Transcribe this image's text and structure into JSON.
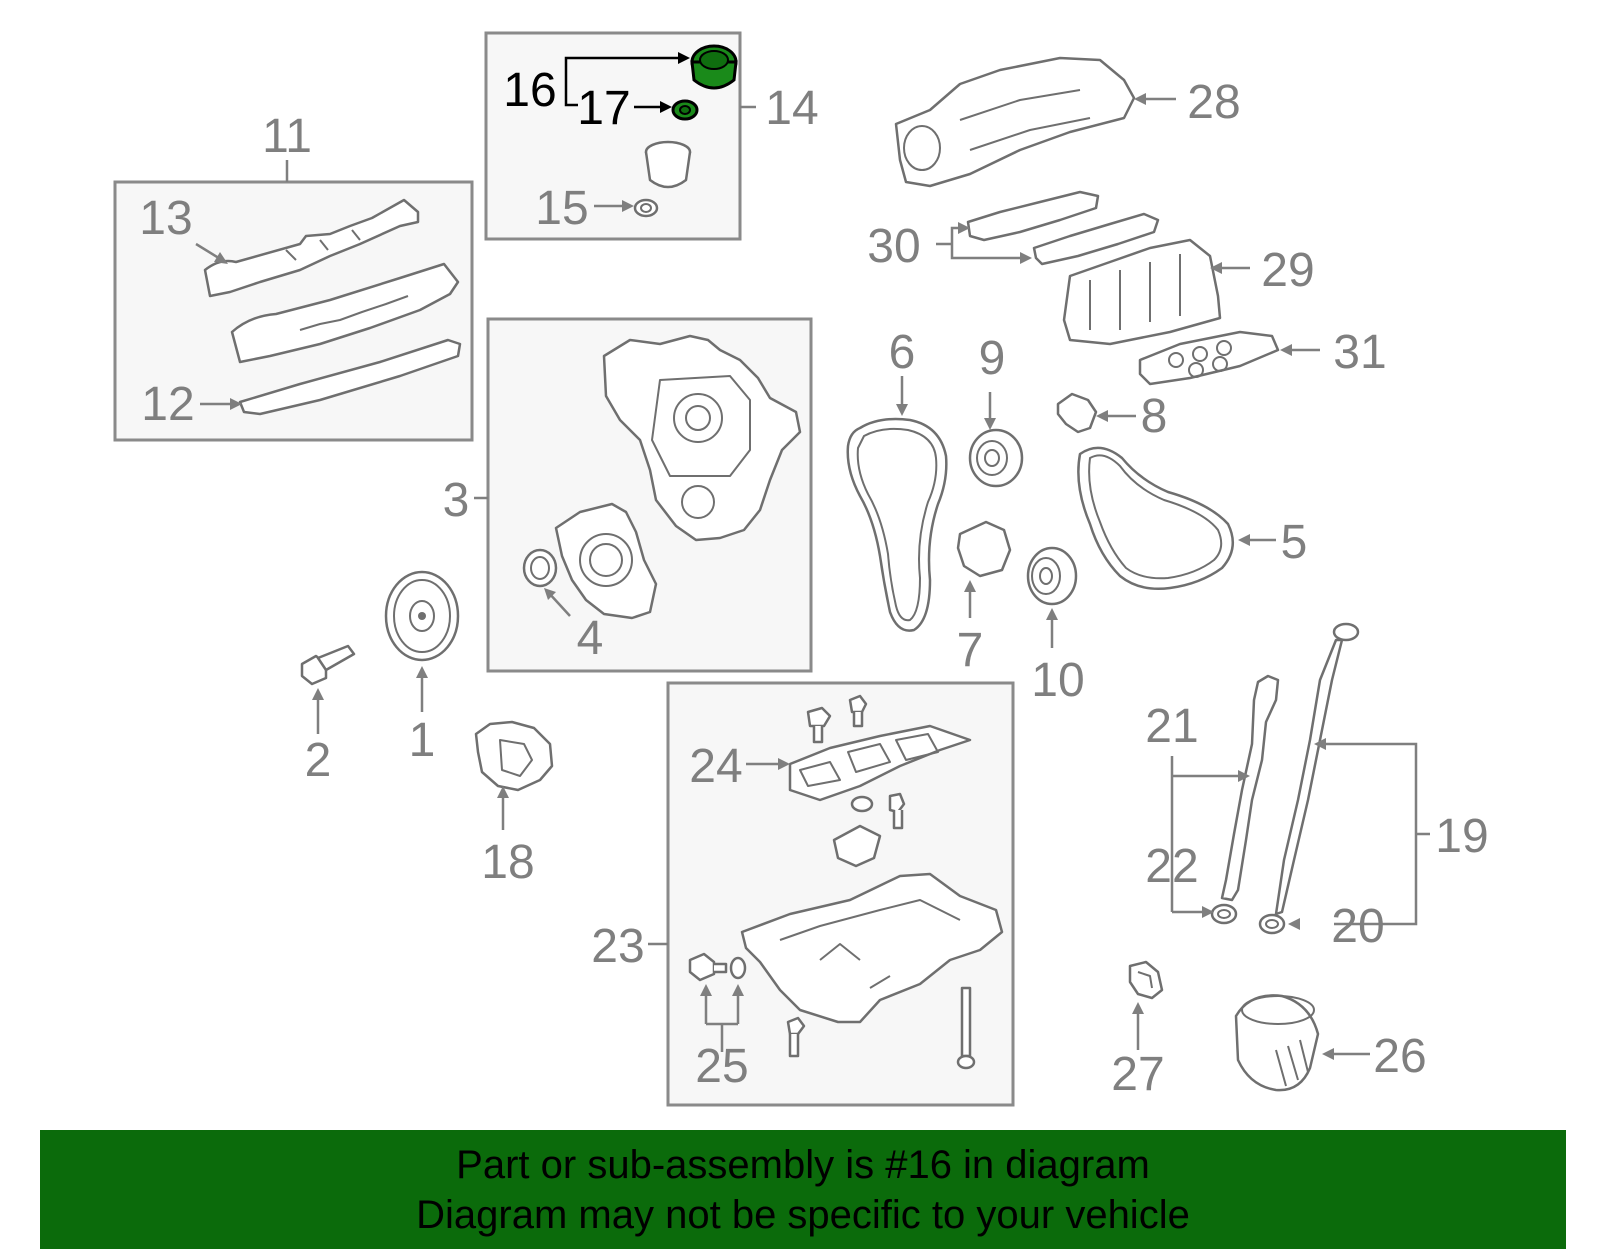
{
  "callouts": {
    "c1": "1",
    "c2": "2",
    "c3": "3",
    "c4": "4",
    "c5": "5",
    "c6": "6",
    "c7": "7",
    "c8": "8",
    "c9": "9",
    "c10": "10",
    "c11": "11",
    "c12": "12",
    "c13": "13",
    "c14": "14",
    "c15": "15",
    "c16": "16",
    "c17": "17",
    "c18": "18",
    "c19": "19",
    "c20": "20",
    "c21": "21",
    "c22": "22",
    "c23": "23",
    "c24": "24",
    "c25": "25",
    "c26": "26",
    "c27": "27",
    "c28": "28",
    "c29": "29",
    "c30": "30",
    "c31": "31"
  },
  "banner": {
    "line1": "Part or sub-assembly is #16 in diagram",
    "line2": "Diagram may not be specific to your vehicle"
  },
  "colors": {
    "highlight_part": "#1a8a1a",
    "banner_background": "#0b6b0b",
    "callout_gray": "#7f7f7f",
    "callout_highlight": "#000000"
  }
}
